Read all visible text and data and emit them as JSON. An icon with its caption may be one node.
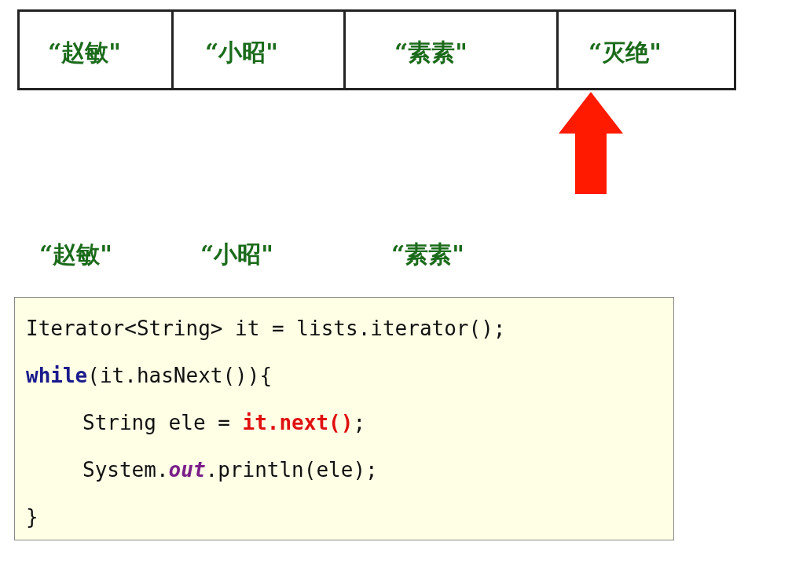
{
  "diagram": {
    "nodes": [
      {
        "text": [
          "“赵敏\""
        ]
      },
      {
        "text": [
          "“小昭\""
        ]
      },
      {
        "text": [
          "“素素\""
        ]
      },
      {
        "text": [
          "“灭绝\""
        ]
      },
      {
        "text": [
          "Iterator<String> it = lists.iterator();",
          "**while**(it.hasNext()){",
          "String ele = **it.next()**;",
          "System.*out*.println(ele);",
          "}"
        ]
      }
    ],
    "edges": [
      {
        "from": null,
        "to": 3,
        "arrow": "to",
        "style": "thick",
        "color": "#ff1a00"
      }
    ],
    "labels": [
      "“赵敏\"",
      "“小昭\"",
      "“素素\""
    ]
  }
}
